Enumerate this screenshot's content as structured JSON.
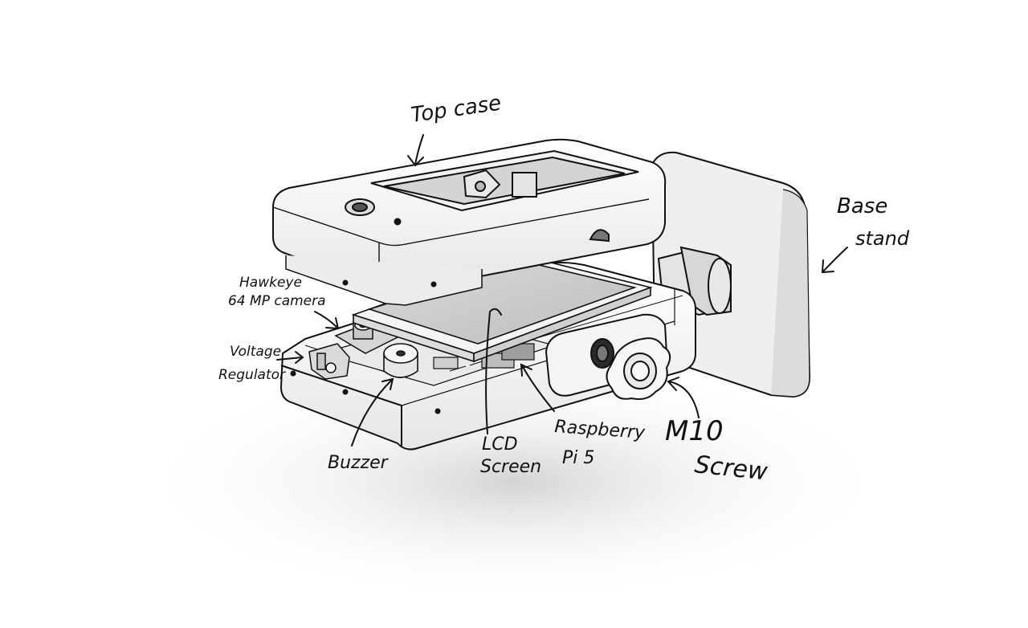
{
  "labels": {
    "top_case": "Top case",
    "base_stand_1": "Base",
    "base_stand_2": "stand",
    "camera_1": "Hawkeye",
    "camera_2": "64 MP camera",
    "voltage_1": "Voltage",
    "voltage_2": "Regulator",
    "buzzer": "Buzzer",
    "lcd_1": "LCD",
    "lcd_2": "Screen",
    "pi_1": "Raspberry",
    "pi_2": "Pi 5",
    "screw_1": "M10",
    "screw_2": "Screw"
  },
  "colors": {
    "ink": "#111111",
    "case": "#f7f7f7",
    "shade": "#d8d8d8",
    "dark": "#555555"
  }
}
